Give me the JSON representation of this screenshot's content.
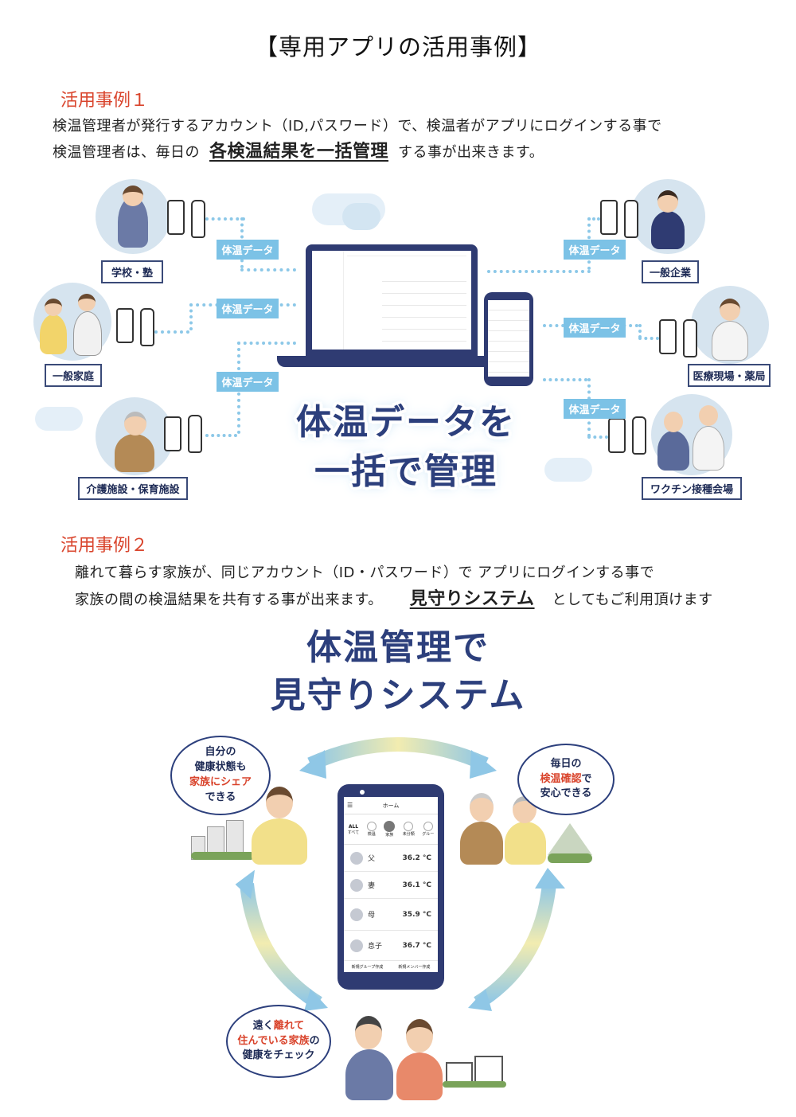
{
  "title": "【専用アプリの活用事例】",
  "case1": {
    "heading": "活用事例１",
    "line1": "検温管理者が発行するアカウント（ID,パスワード）で、検温者がアプリにログインする事で",
    "line2_pre": "検温管理者は、毎日の",
    "line2_emph": "各検温結果を一括管理",
    "line2_post": "する事が出来きます。",
    "tag": "体温データ",
    "locations_left": [
      "学校・塾",
      "一般家庭",
      "介護施設・保育施設"
    ],
    "locations_right": [
      "一般企業",
      "医療現場・薬局",
      "ワクチン接種会場"
    ],
    "headline1": "体温データを",
    "headline2": "一括で管理"
  },
  "case2": {
    "heading": "活用事例２",
    "line1": "離れて暮らす家族が、同じアカウント（ID・パスワード）で アプリにログインする事で",
    "line2_pre": "家族の間の検温結果を共有する事が出来ます。",
    "line2_emph": "見守りシステム",
    "line2_post": "としてもご利用頂けます",
    "headline1": "体温管理で",
    "headline2": "見守りシステム",
    "bubble_left": {
      "l1": "自分の",
      "l2": "健康状態も",
      "l3": "家族にシェア",
      "l4": "できる"
    },
    "bubble_right": {
      "l1": "毎日の",
      "l2a": "検温確認",
      "l2b": "で",
      "l3": "安心できる"
    },
    "bubble_bottom": {
      "l1a": "遠く",
      "l1b": "離れて",
      "l2": "住んでいる家族",
      "l2b": "の",
      "l3": "健康をチェック"
    }
  },
  "phone": {
    "header": "ホーム",
    "filters": [
      "すべて",
      "検温",
      "家族",
      "未分類",
      "グルー"
    ],
    "all_label": "ALL",
    "rows": [
      {
        "name": "父",
        "temp": "36.2 °C"
      },
      {
        "name": "妻",
        "temp": "36.1 °C"
      },
      {
        "name": "母",
        "temp": "35.9 °C"
      },
      {
        "name": "息子",
        "temp": "36.7 °C"
      }
    ],
    "footer_left": "新規グループ作成",
    "footer_right": "新規メンバー作成"
  },
  "colors": {
    "accent_red": "#d9442c",
    "navy": "#2c3f7c",
    "tag_blue": "#7cc2e6",
    "circle_bg": "#d6e4ef"
  }
}
